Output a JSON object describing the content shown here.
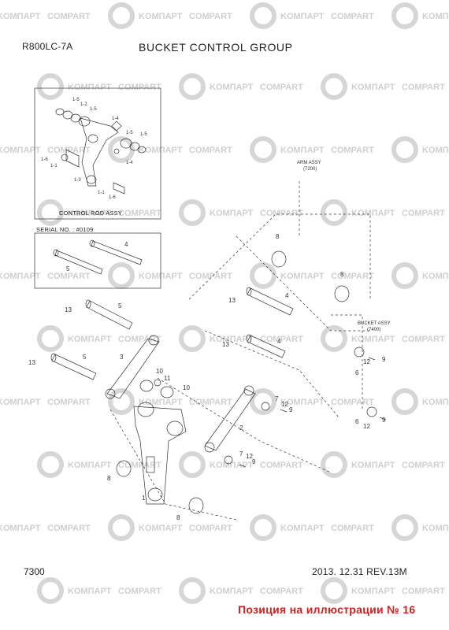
{
  "header": {
    "model": "R800LC-7A",
    "title": "BUCKET CONTROL  GROUP"
  },
  "inset_control_rod": {
    "title": "CONTROL ROD ASSY",
    "labels": [
      "1-5",
      "1-2",
      "1-5",
      "1-4",
      "1-5",
      "1-5",
      "1-6",
      "1-1",
      "1-4",
      "1-3",
      "1-1",
      "1-6"
    ]
  },
  "inset_serial": {
    "serial_label": "SERIAL NO. : #0109",
    "labels": [
      "4",
      "5"
    ]
  },
  "references": {
    "arm_assy": "ARM ASSY",
    "arm_assy_code": "(7200)",
    "bucket_assy": "BUCKET ASSY",
    "bucket_assy_code": "(7400)"
  },
  "main_labels": [
    "8",
    "13",
    "4",
    "8",
    "13",
    "4",
    "13",
    "5",
    "13",
    "5",
    "3",
    "10",
    "11",
    "10",
    "7",
    "12",
    "9",
    "6",
    "12",
    "9",
    "6",
    "12",
    "9",
    "2",
    "7",
    "12",
    "9",
    "8",
    "1",
    "8"
  ],
  "watermark": {
    "kompart": "KOMПАРТ",
    "compart": "COMPART"
  },
  "footer": {
    "page_number": "7300",
    "date_rev": "2013. 12.31  REV.13M",
    "note": "Позиция на иллюстрации № 16"
  },
  "colors": {
    "line": "#333333",
    "watermark": "#d6d6d6",
    "note_red": "#d21e1e"
  }
}
